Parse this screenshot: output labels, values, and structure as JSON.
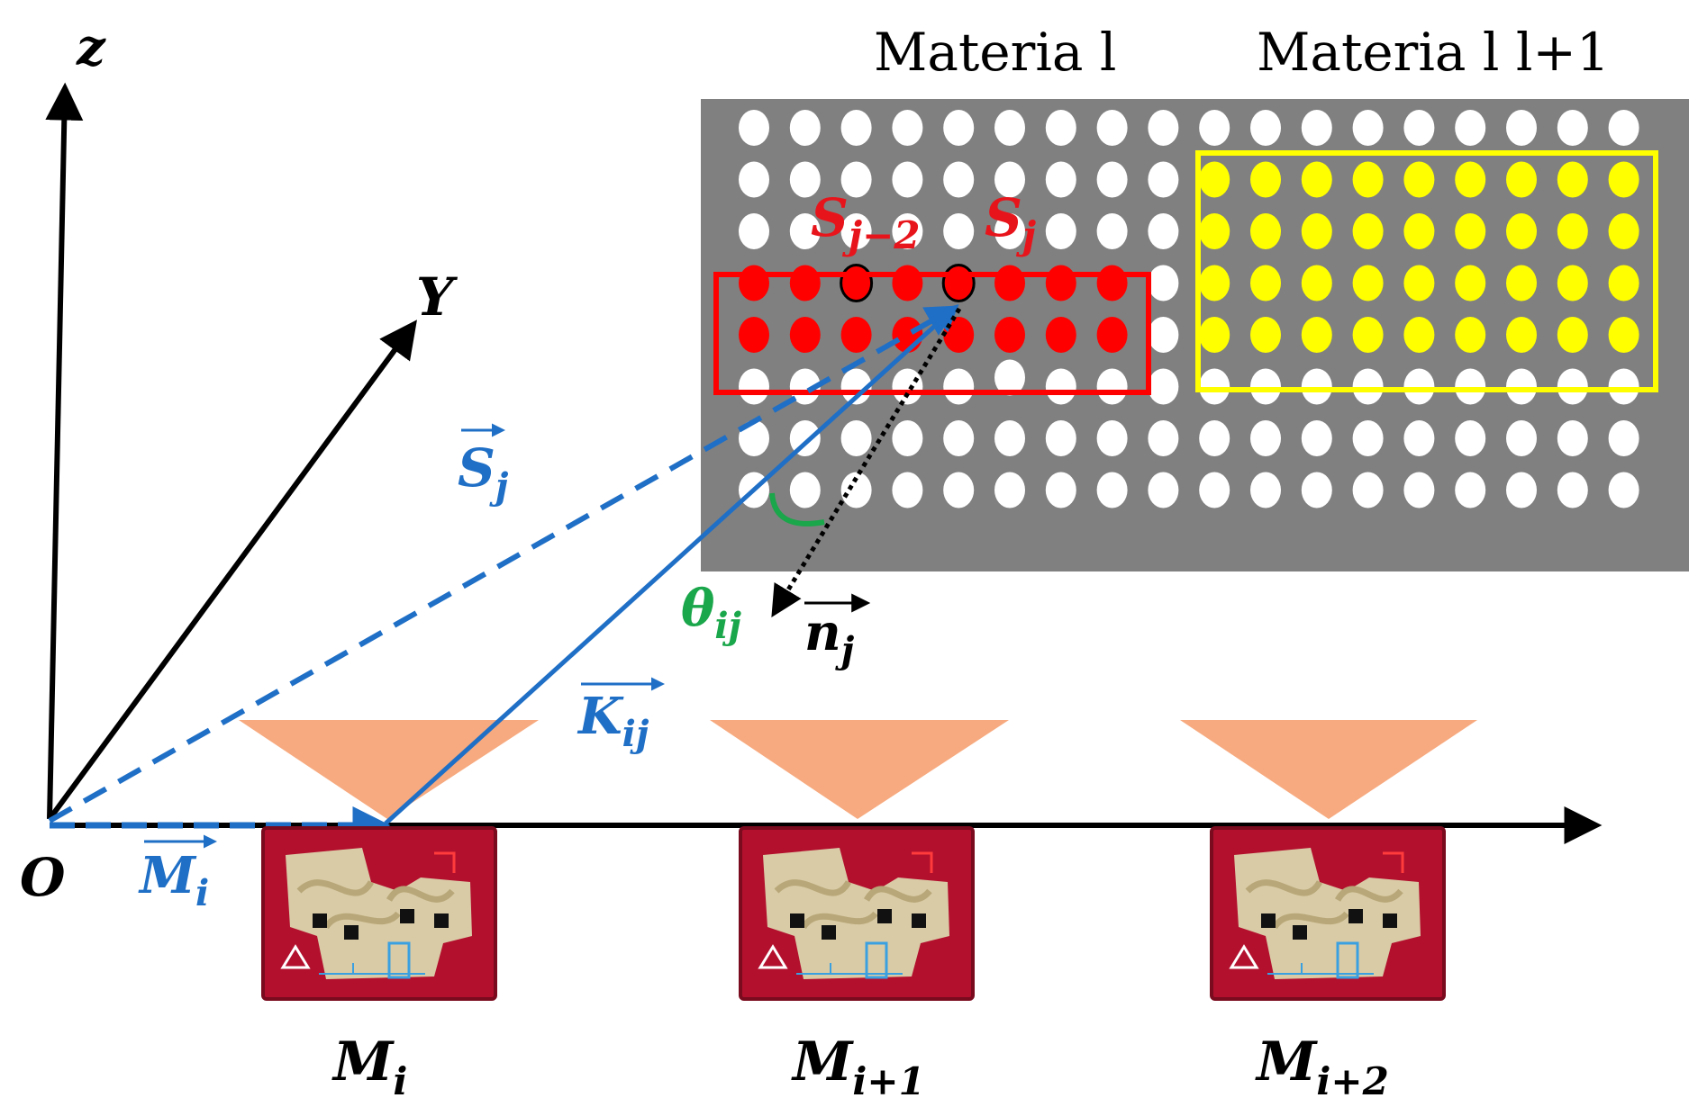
{
  "axes": {
    "z": "z",
    "y": "Y",
    "origin": "O"
  },
  "materials": {
    "left": "Materia l",
    "right": "Materia l l+1"
  },
  "grid": {
    "rows": 8,
    "cols": 18,
    "background": "#808080",
    "dot_color": "#ffffff"
  },
  "material_l": {
    "rows": [
      3,
      4
    ],
    "cols_from": 0,
    "cols_to": 7,
    "color": "#ff0000",
    "border": "#ff0000"
  },
  "material_l1": {
    "rows": [
      1,
      2,
      3,
      4
    ],
    "cols_from": 9,
    "cols_to": 17,
    "color": "#ffff00",
    "border": "#ffff00"
  },
  "highlighted_points": {
    "s_j_minus_2": {
      "base": "S",
      "sub": "j−2"
    },
    "s_j": {
      "base": "S",
      "sub": "j"
    }
  },
  "vectors": {
    "s_j": {
      "base": "S",
      "sub": "j"
    },
    "k_ij": {
      "base": "K",
      "sub": "ij"
    },
    "m_i": {
      "base": "M",
      "sub": "i"
    },
    "n_j": {
      "base": "n",
      "sub": "j"
    },
    "theta": {
      "base": "θ",
      "sub": "ij"
    }
  },
  "modules": [
    {
      "base": "M",
      "sub": "i"
    },
    {
      "base": "M",
      "sub": "i+1"
    },
    {
      "base": "M",
      "sub": "i+2"
    }
  ],
  "colors": {
    "blue": "#1f6fc6",
    "green": "#1aa64a",
    "red": "#e8141b",
    "cone": "#f7aa7f",
    "pcb": "#b3102e"
  }
}
